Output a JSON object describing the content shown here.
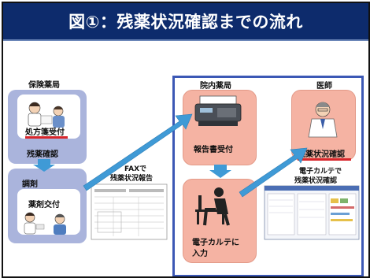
{
  "title": "図①：残薬状況確認までの流れ",
  "pharmacy": {
    "heading": "保険薬局",
    "step_prescription": "処方箋受付",
    "step_check": "残薬確認",
    "step_dispense": "調剤",
    "step_handover": "薬剤交付"
  },
  "fax": {
    "label_line1": "FAXで",
    "label_line2": "残薬状況報告"
  },
  "hospital_pharmacy": {
    "heading": "院内薬局",
    "step_receive": "報告書受付",
    "step_input_line1": "電子カルテに",
    "step_input_line2": "入力"
  },
  "doctor": {
    "heading": "医師",
    "step_confirm": "残薬状況確認",
    "caption_line1": "電子カルテで",
    "caption_line2": "残薬状況確認"
  },
  "colors": {
    "title_bg": "#0d2b6c",
    "panel_blue": "#aab4dc",
    "panel_pink": "#f5b3a3",
    "arrow_blue": "#3f9ad6",
    "border_blue": "#3c58b5",
    "emphasis_red": "#d8262b"
  },
  "icons": [
    "pharmacist-icon",
    "fax-machine-icon",
    "computer-user-icon",
    "doctor-icon",
    "patient-icon",
    "emr-screen-icon"
  ]
}
